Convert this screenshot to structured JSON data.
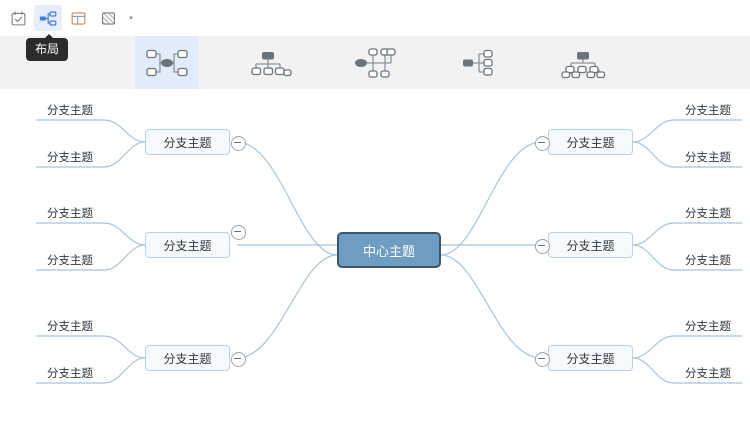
{
  "toolbar": {
    "buttons": [
      {
        "name": "task-calendar-icon",
        "label": "待办"
      },
      {
        "name": "layout-icon",
        "label": "布局",
        "active": true
      },
      {
        "name": "board-icon",
        "label": "面板"
      },
      {
        "name": "style-icon",
        "label": "样式"
      }
    ],
    "caret": "▾"
  },
  "tooltip": {
    "text": "布局"
  },
  "layout_panel": {
    "options": [
      {
        "name": "layout-option-mindmap-balanced",
        "selected": true
      },
      {
        "name": "layout-option-org-chart-down",
        "selected": false
      },
      {
        "name": "layout-option-tree-right-split",
        "selected": false
      },
      {
        "name": "layout-option-logic-right",
        "selected": false
      },
      {
        "name": "layout-option-org-chart-wide",
        "selected": false
      }
    ]
  },
  "colors": {
    "central_fill": "#6f9dc1",
    "central_border": "#3c566b",
    "branch_fill": "#f7fafd",
    "branch_border": "#b9d2e8",
    "edge": "#a8c4da",
    "panel_bg": "#f2f2f2",
    "selected_bg": "#e1ecfb",
    "accent": "#3b7fe0",
    "canvas_bg": "#ffffff"
  },
  "mindmap": {
    "central": {
      "label": "中心主题"
    },
    "branches": [
      {
        "label": "分支主题",
        "side": "left",
        "row": 0,
        "children": [
          {
            "label": "分支主题"
          },
          {
            "label": "分支主题"
          }
        ]
      },
      {
        "label": "分支主题",
        "side": "left",
        "row": 1,
        "children": [
          {
            "label": "分支主题"
          },
          {
            "label": "分支主题"
          }
        ]
      },
      {
        "label": "分支主题",
        "side": "left",
        "row": 2,
        "children": [
          {
            "label": "分支主题"
          },
          {
            "label": "分支主题"
          }
        ]
      },
      {
        "label": "分支主题",
        "side": "right",
        "row": 0,
        "children": [
          {
            "label": "分支主题"
          },
          {
            "label": "分支主题"
          }
        ]
      },
      {
        "label": "分支主题",
        "side": "right",
        "row": 1,
        "children": [
          {
            "label": "分支主题"
          },
          {
            "label": "分支主题"
          }
        ]
      },
      {
        "label": "分支主题",
        "side": "right",
        "row": 2,
        "children": [
          {
            "label": "分支主题"
          },
          {
            "label": "分支主题"
          }
        ]
      }
    ]
  }
}
